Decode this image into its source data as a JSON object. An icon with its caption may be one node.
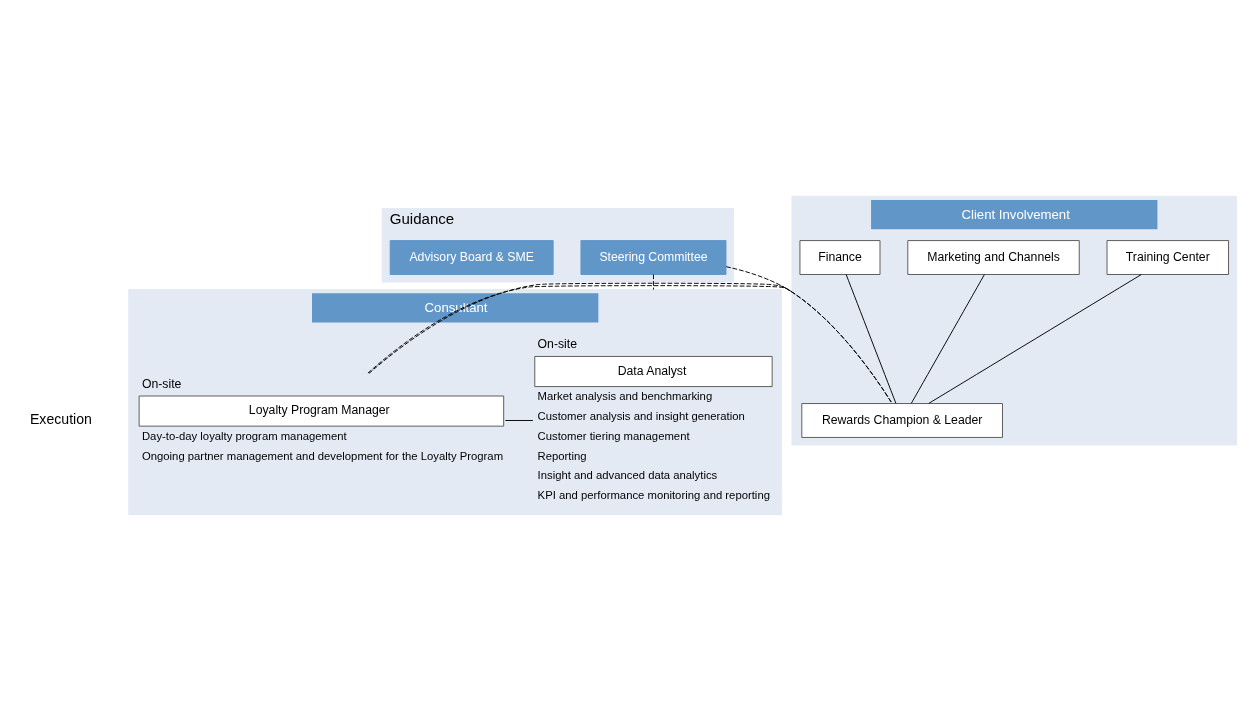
{
  "diagram": {
    "nodes": [
      {
        "text": [
          "Guidance"
        ]
      },
      {
        "text": [
          "Advisory Board & SME"
        ],
        "in": 0
      },
      {
        "text": [
          "Steering Committee"
        ],
        "in": 0
      },
      {
        "text": [
          "Consultant"
        ]
      },
      {
        "text": [
          "Data Analyst"
        ],
        "in": 3,
        "beside": [
          "On-site",
          "Market analysis and benchmarking",
          "Customer analysis and insight generation",
          "Customer tiering management",
          "Reporting",
          "Insight and advanced data analytics",
          "KPI and performance monitoring and reporting"
        ]
      },
      {
        "text": [
          "Loyalty Program Manager"
        ],
        "in": 3,
        "beside": [
          "On-site",
          "Day-to-day loyalty program management",
          "Ongoing partner management and development for the Loyalty Program"
        ]
      },
      {
        "text": [
          "Client Involvement"
        ]
      },
      {
        "text": [
          "Rewards Champion & Leader"
        ],
        "in": 6
      },
      {
        "text": [
          "Training Center"
        ],
        "in": 6
      },
      {
        "text": [
          "Marketing and Channels"
        ],
        "in": 6
      },
      {
        "text": [
          "Finance"
        ],
        "in": 6
      }
    ],
    "edges": [
      {
        "from": 2,
        "to": 3,
        "arrow": "none",
        "style": "dashed"
      },
      {
        "from": 2,
        "to": 6,
        "arrow": "none",
        "style": "dashed"
      },
      {
        "from": 4,
        "to": 5,
        "arrow": "none"
      },
      {
        "from": 5,
        "to": 7,
        "arrow": "none",
        "style": "dashed"
      },
      {
        "from": 7,
        "to": 8,
        "arrow": "none"
      },
      {
        "from": 7,
        "to": 9,
        "arrow": "none"
      },
      {
        "from": 7,
        "to": 10,
        "arrow": "none"
      }
    ],
    "labels": [
      "Execution"
    ]
  }
}
